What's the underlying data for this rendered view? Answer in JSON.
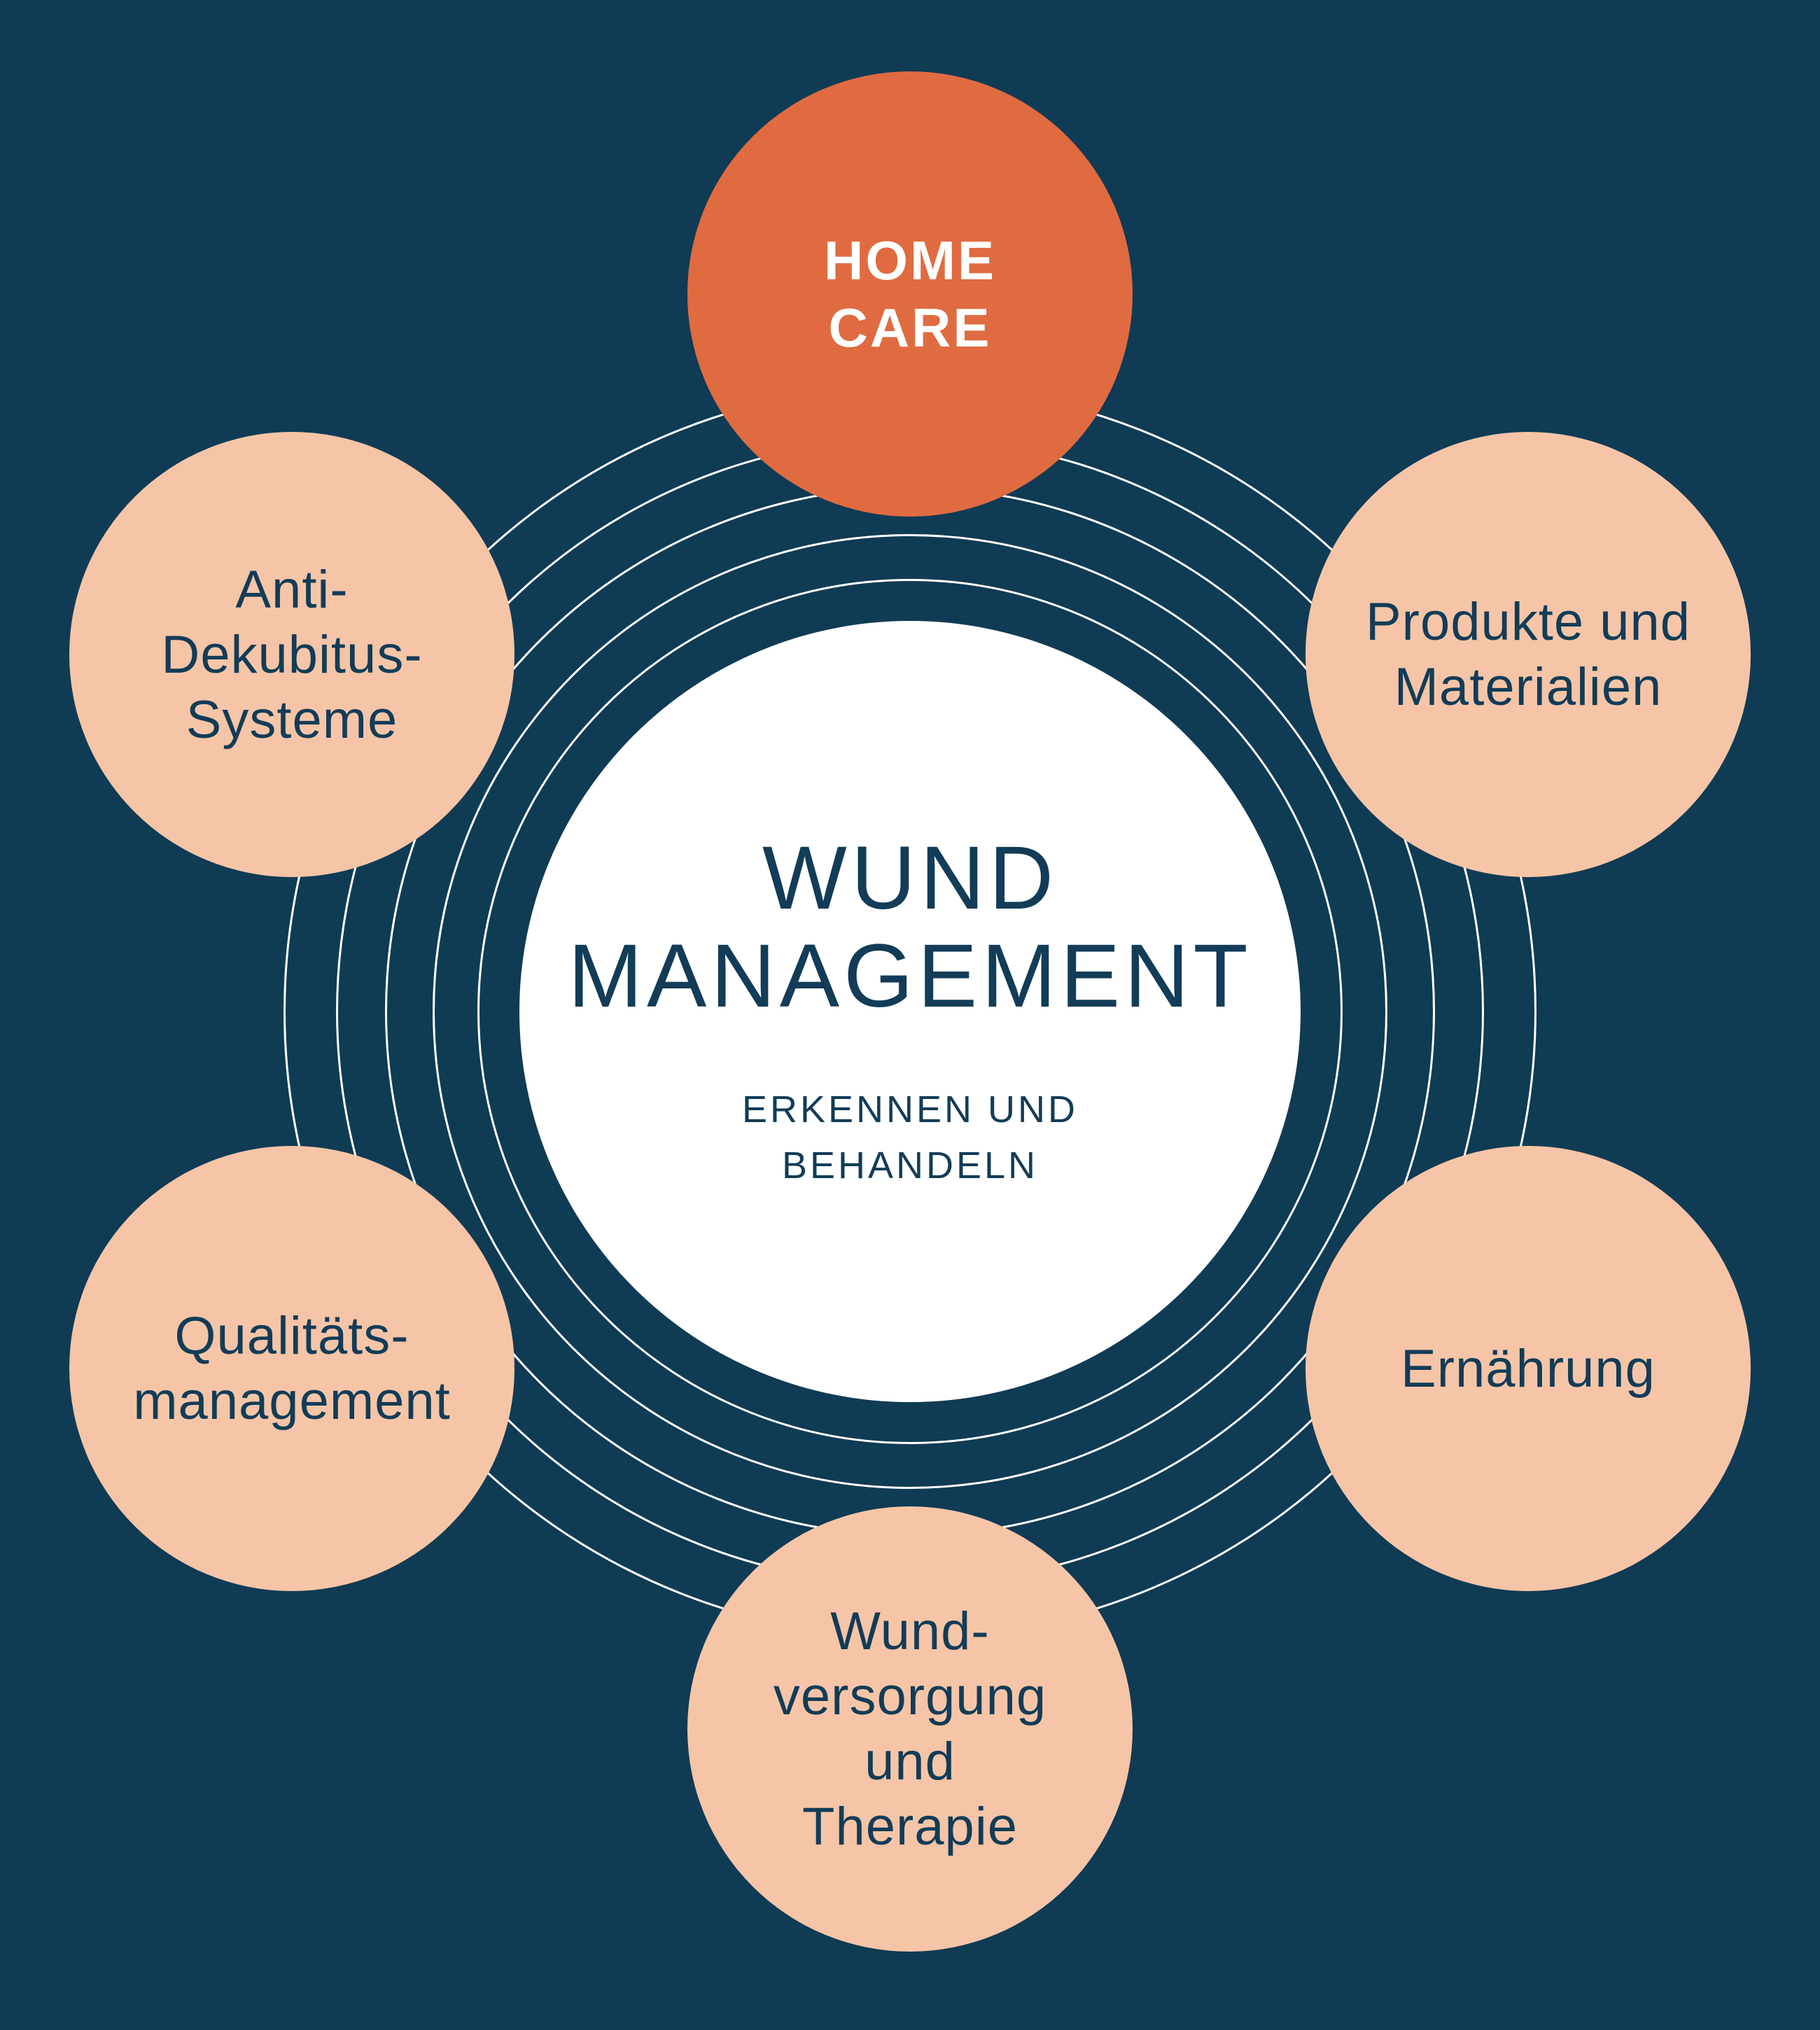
{
  "colors": {
    "background": "#103B54",
    "navy_text": "#123C57",
    "peach": "#F6C5A7",
    "orange": "#E06B40",
    "white": "#FFFFFF",
    "ring_line": "#FFFFFF"
  },
  "center": {
    "title_lines": [
      "WUND",
      "MANAGEMENT"
    ],
    "subtitle_lines": [
      "ERKENNEN UND",
      "BEHANDELN"
    ]
  },
  "satellites": [
    {
      "name": "home-care",
      "lines": [
        "HOME",
        "CARE"
      ],
      "highlighted": true
    },
    {
      "name": "produkte-und-materialien",
      "lines": [
        "Produkte und",
        "Materialien"
      ],
      "highlighted": false
    },
    {
      "name": "ernaehrung",
      "lines": [
        "Ernährung"
      ],
      "highlighted": false
    },
    {
      "name": "wundversorgung-und-therapie",
      "lines": [
        "Wund-",
        "versorgung",
        "und",
        "Therapie"
      ],
      "highlighted": false
    },
    {
      "name": "qualitaetsmanagement",
      "lines": [
        "Qualitäts-",
        "management"
      ],
      "highlighted": false
    },
    {
      "name": "anti-dekubitus-systeme",
      "lines": [
        "Anti-",
        "Dekubitus-",
        "Systeme"
      ],
      "highlighted": false
    }
  ]
}
